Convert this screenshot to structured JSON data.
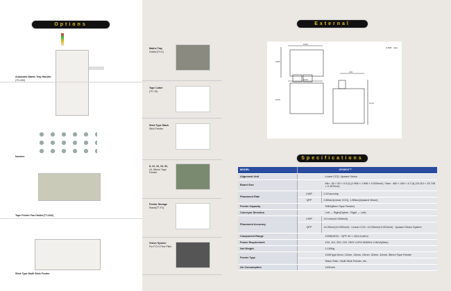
{
  "options": {
    "title": "Options",
    "left_items": [
      "Automatic Matrix Tray Handler",
      "(TH-200)",
      "Nozzles",
      "Tape Feeder Fan Holder(TT-A02)",
      "Stick Type Multi Stick Feeder"
    ],
    "mid_items": [
      {
        "name": "Matrix Tray",
        "sub": "Holder(TH-1)"
      },
      {
        "name": "Tape Cutter",
        "sub": "(TC-10)"
      },
      {
        "name": "Stick Type Stack",
        "sub": "Stick Feeder"
      },
      {
        "name": "8, 12, 16, 24, 32,",
        "sub": "44, 56mm Tape Feeder"
      },
      {
        "name": "Feeder Storage",
        "sub": "Stand(TT-F1)"
      },
      {
        "name": "Vision System",
        "sub": "For F.O.V Fine Pitch"
      }
    ]
  },
  "external": {
    "title": "External",
    "unit": "(UNIT : mm)",
    "dims": [
      "1650",
      "1430",
      "1465",
      "1870",
      "1470",
      "470"
    ]
  },
  "specs": {
    "title": "Specifications",
    "header": [
      "MODEL",
      "CP20CV™"
    ],
    "rows": [
      {
        "k": "Alignment Unit",
        "v": "Linear CCD, Upward Vision"
      },
      {
        "k": "Board Size",
        "v": "Min : 50 × 50 × 0.5 (t) (1.968 × 1.968 × 0.020inch) / Max : 460 × 400 × 4.2 (t) (18.110 × 15.748 × 0.157inch)"
      },
      {
        "k": "Placement Rate",
        "s": "CHIP",
        "v": "0.37sec/chip"
      },
      {
        "s": "QFP",
        "v": "0.80sec(Linear CCD), 1.85sec(Upward Vision)"
      },
      {
        "k": "Feeder Capacity",
        "v": "90EA(8mm Tape Feeder)"
      },
      {
        "k": "Conveyor Direction",
        "v": "Left → Right(Option : Right → Left)"
      },
      {
        "k": "Placement Accuracy",
        "s": "CHIP",
        "v": "±0.1mm(±0.004inch)"
      },
      {
        "s": "QFP",
        "v": "±0.05mm(±0.002inch) : Linear CCD / ±0.03mm(±0.001inch) : Upward Vision System"
      },
      {
        "k": "Component Range",
        "v": "1005(0402) ~ QFP 42 × 42(1.6 pitch)"
      },
      {
        "k": "Power Requirement",
        "v": "100, 110, 200, 220, 240V   ±10% 50/60Hz   2.6kVA(Max)"
      },
      {
        "k": "Net Weight",
        "v": "1,160kg"
      },
      {
        "k": "Feeder Type",
        "v": "1005 type 8mm, 12mm, 16mm, 24mm, 32mm, 44mm, 56mm Tape Feeder"
      },
      {
        "v": "Stack Stick / Multi Stick Feeder, etc."
      },
      {
        "k": "Air Consumption",
        "v": "110ℓ/min"
      }
    ]
  }
}
